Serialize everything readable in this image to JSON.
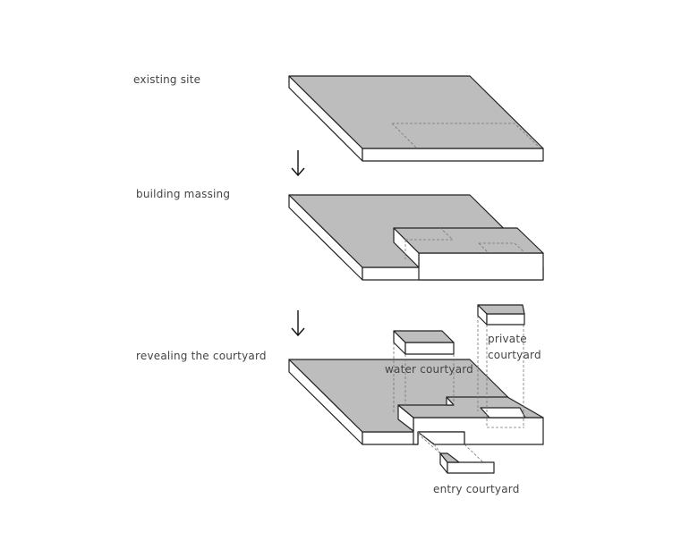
{
  "steps": [
    {
      "label": "existing site"
    },
    {
      "label": "building massing"
    },
    {
      "label": "revealing the courtyard"
    }
  ],
  "annotations": {
    "water_courtyard": "water courtyard",
    "private_courtyard_line1": "private",
    "private_courtyard_line2": "courtyard",
    "entry_courtyard": "entry courtyard"
  },
  "colors": {
    "surface": "#bdbdbd",
    "edge": "#222222",
    "label": "#444444"
  }
}
